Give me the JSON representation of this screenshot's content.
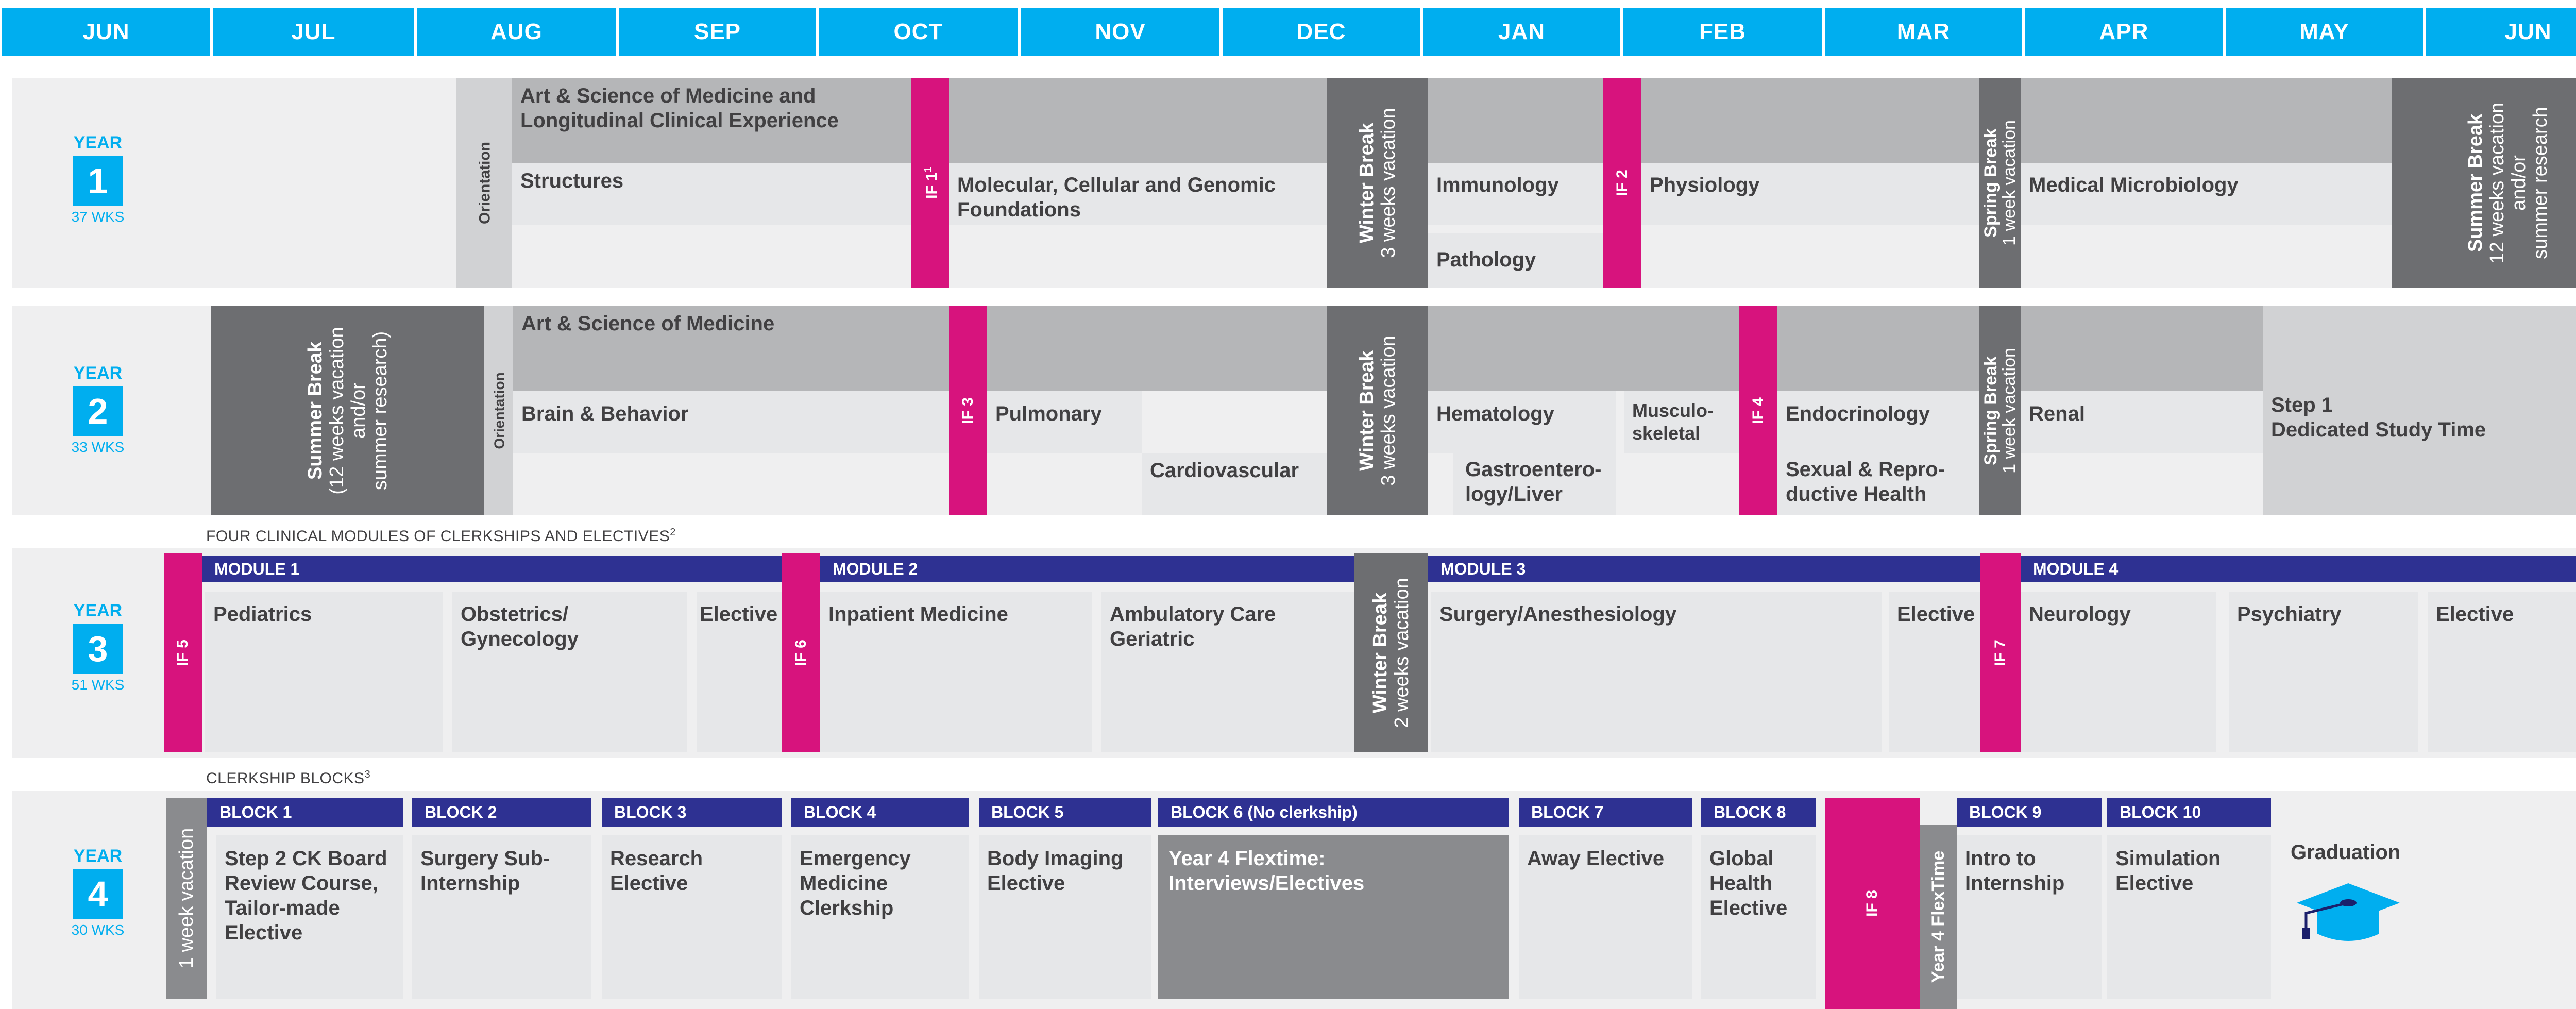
{
  "months": [
    "JUN",
    "JUL",
    "AUG",
    "SEP",
    "OCT",
    "NOV",
    "DEC",
    "JAN",
    "FEB",
    "MAR",
    "APR",
    "MAY",
    "JUN"
  ],
  "years": [
    {
      "label": "YEAR",
      "number": "1",
      "weeks": "37 WKS"
    },
    {
      "label": "YEAR",
      "number": "2",
      "weeks": "33 WKS"
    },
    {
      "label": "YEAR",
      "number": "3",
      "weeks": "51 WKS"
    },
    {
      "label": "YEAR",
      "number": "4",
      "weeks": "30 WKS"
    }
  ],
  "captions": {
    "modules": "FOUR CLINICAL MODULES OF CLERKSHIPS AND ELECTIVES",
    "modules_sup": "2",
    "blocks": "CLERKSHIP BLOCKS",
    "blocks_sup": "3"
  },
  "year1": {
    "orientation": "Orientation",
    "art_science": "Art & Science of Medicine and Longitudinal Clinical Experience",
    "structures": "Structures",
    "if1": "IF 1",
    "if1_sup": "1",
    "molecular": "Molecular, Cellular and Genomic Foundations",
    "winter_title": "Winter Break",
    "winter_sub": "3 weeks vacation",
    "immunology": "Immunology",
    "pathology": "Pathology",
    "if2": "IF 2",
    "physiology": "Physiology",
    "spring_title": "Spring Break",
    "spring_sub": "1 week vacation",
    "microbiology": "Medical Microbiology",
    "summer_title": "Summer Break",
    "summer_l1": "12 weeks vacation",
    "summer_l2": "and/or",
    "summer_l3": "summer research"
  },
  "year2": {
    "summer_title": "Summer Break",
    "summer_l1": "(12 weeks vacation",
    "summer_l2": "and/or",
    "summer_l3": "summer research)",
    "orientation": "Orientation",
    "art_science": "Art & Science of Medicine",
    "brain": "Brain & Behavior",
    "if3": "IF 3",
    "pulmonary": "Pulmonary",
    "cardio": "Cardiovascular",
    "winter_title": "Winter Break",
    "winter_sub": "3 weeks vacation",
    "hematology": "Hematology",
    "gastro": "Gastroentero-logy/Liver",
    "musculo": "Musculo-skeletal",
    "if4": "IF 4",
    "endocrinology": "Endocrinology",
    "sexual": "Sexual & Repro-ductive Health",
    "spring_title": "Spring Break",
    "spring_sub": "1 week vacation",
    "renal": "Renal",
    "step1_l1": "Step 1",
    "step1_l2": "Dedicated Study Time"
  },
  "year3": {
    "if5": "IF 5",
    "module1": "MODULE 1",
    "pediatrics": "Pediatrics",
    "obgyn": "Obstetrics/ Gynecology",
    "elective_a": "Elective",
    "if6": "IF 6",
    "module2": "MODULE 2",
    "inpatient": "Inpatient Medicine",
    "ambulatory": "Ambulatory Care Geriatric",
    "winter_title": "Winter Break",
    "winter_sub": "2 weeks vacation",
    "module3": "MODULE 3",
    "surgery": "Surgery/Anesthesiology",
    "elective_b": "Elective",
    "if7": "IF 7",
    "module4": "MODULE 4",
    "neurology": "Neurology",
    "psychiatry": "Psychiatry",
    "elective_c": "Elective"
  },
  "year4": {
    "vacation": "1 week vacation",
    "block1": "BLOCK 1",
    "block1_text": "Step 2 CK Board Review Course, Tailor-made Elective",
    "block2": "BLOCK 2",
    "block2_text": "Surgery Sub-Internship",
    "block3": "BLOCK 3",
    "block3_text": "Research Elective",
    "block4": "BLOCK 4",
    "block4_text": "Emergency Medicine Clerkship",
    "block5": "BLOCK 5",
    "block5_text": "Body Imaging Elective",
    "block6": "BLOCK 6 (No clerkship)",
    "block6_text": "Year 4 Flextime: Interviews/Electives",
    "block7": "BLOCK 7",
    "block7_text": "Away Elective",
    "block8": "BLOCK 8",
    "block8_text": "Global Health Elective",
    "if8": "IF 8",
    "flextime": "Year 4 FlexTime",
    "block9": "BLOCK 9",
    "block9_text": "Intro to Internship",
    "block10": "BLOCK 10",
    "block10_text": "Simulation Elective",
    "graduation": "Graduation"
  },
  "colors": {
    "month_header": "#00aeef",
    "if_block": "#d7137d",
    "module_header": "#2e3192",
    "break_block": "#6d6e71",
    "row_bg": "#efeff0",
    "course_dark": "#b5b6b8",
    "course_light": "#e6e7e9"
  },
  "icons": {
    "graduation": "graduation-cap-icon"
  }
}
